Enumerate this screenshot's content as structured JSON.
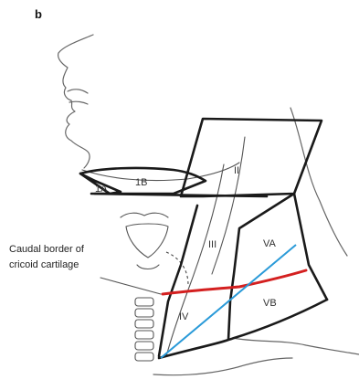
{
  "figure": {
    "panel_label": "b",
    "levels": {
      "IA": "1A",
      "IB": "1B",
      "II": "II",
      "III": "III",
      "IV": "IV",
      "VA": "VA",
      "VB": "VB"
    },
    "annotation": {
      "line1": "Caudal border of",
      "line2": "cricoid cartilage"
    },
    "colors": {
      "cricoid_line": "#d42020",
      "level_v_divider": "#2a9ad8",
      "boundaries": "#1a1a1a",
      "anatomy": "#555555"
    }
  }
}
